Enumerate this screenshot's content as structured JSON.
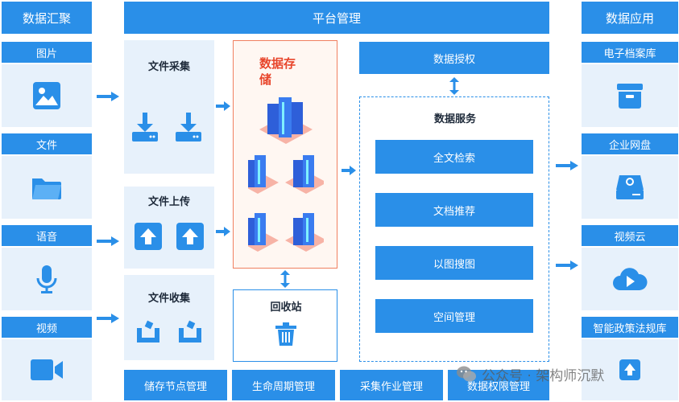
{
  "colors": {
    "primary": "#2a8fe8",
    "panel": "#e7f1fb",
    "storage_border": "#f08060",
    "storage_title": "#e8462c"
  },
  "header": {
    "left_title": "数据汇聚",
    "center_title": "平台管理",
    "right_title": "数据应用"
  },
  "sources": [
    {
      "label": "图片",
      "icon": "image-icon"
    },
    {
      "label": "文件",
      "icon": "folder-icon"
    },
    {
      "label": "语音",
      "icon": "microphone-icon"
    },
    {
      "label": "视频",
      "icon": "video-camera-icon"
    }
  ],
  "ingest": [
    {
      "title": "文件采集",
      "icon": "download-icon"
    },
    {
      "title": "文件上传",
      "icon": "upload-icon"
    },
    {
      "title": "文件收集",
      "icon": "collect-icon"
    }
  ],
  "storage": {
    "title": "数据存储",
    "icon": "server-cluster-icon"
  },
  "recycle": {
    "title": "回收站",
    "icon": "trash-icon"
  },
  "auth": {
    "label": "数据授权"
  },
  "services": {
    "title": "数据服务",
    "items": [
      "全文检索",
      "文档推荐",
      "以图搜图",
      "空间管理"
    ]
  },
  "apps": [
    {
      "label": "电子档案库",
      "icon": "archive-box-icon"
    },
    {
      "label": "企业网盘",
      "icon": "network-drive-icon"
    },
    {
      "label": "视频云",
      "icon": "video-cloud-icon"
    },
    {
      "label": "智能政策法规库",
      "icon": "policy-library-icon"
    }
  ],
  "bottom": [
    "储存节点管理",
    "生命周期管理",
    "采集作业管理",
    "数据权限管理"
  ],
  "watermark": "公众号 · 架构师沉默"
}
